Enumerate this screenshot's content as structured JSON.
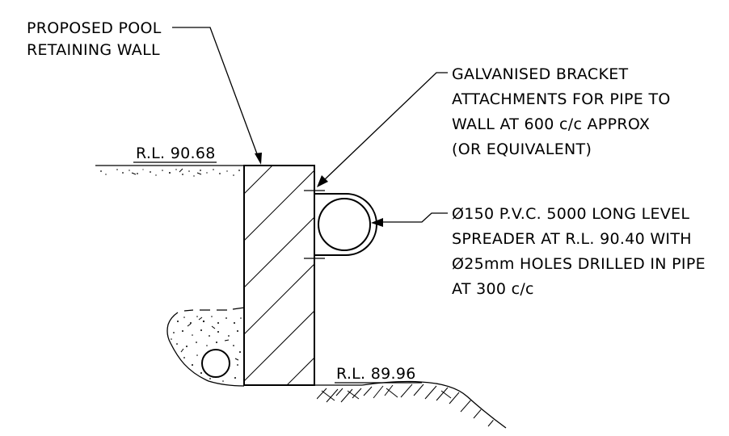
{
  "labels": {
    "wall": [
      "PROPOSED POOL",
      "RETAINING WALL"
    ],
    "bracket": [
      "GALVANISED BRACKET",
      "ATTACHMENTS FOR PIPE TO",
      "WALL AT 600 c/c APPROX",
      "(OR EQUIVALENT)"
    ],
    "spreader": [
      "Ø150 P.V.C. 5000 LONG LEVEL",
      "SPREADER AT R.L. 90.40 WITH",
      "Ø25mm HOLES DRILLED IN PIPE",
      "AT 300 c/c"
    ],
    "rl_top": "R.L. 90.68",
    "rl_bottom": "R.L. 89.96"
  }
}
